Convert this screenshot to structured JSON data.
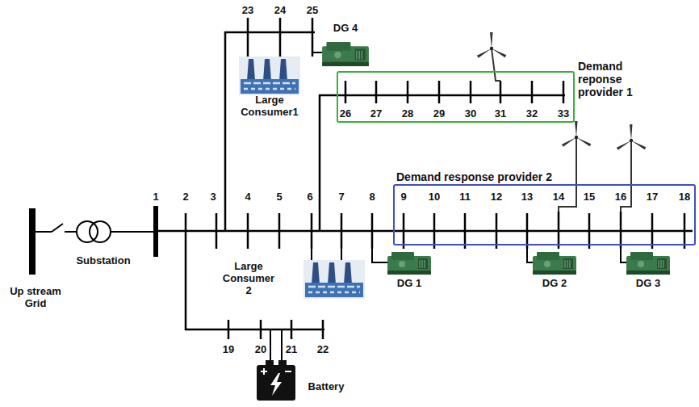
{
  "diagram": {
    "nodes": [
      {
        "text": [
          "Demand reponse provider 1"
        ]
      },
      {
        "text": [
          "Demand response provider 2"
        ]
      }
    ],
    "labels": [
      "23",
      "24",
      "25",
      "DG 4",
      "Large Consumer1",
      "26",
      "27",
      "28",
      "29",
      "30",
      "31",
      "32",
      "33",
      "1",
      "2",
      "3",
      "4",
      "5",
      "6",
      "7",
      "8",
      "9",
      "10",
      "11",
      "12",
      "13",
      "14",
      "15",
      "16",
      "17",
      "18",
      "Up stream Grid",
      "Substation",
      "Large Consumer 2",
      "DG 1",
      "DG 2",
      "DG 3",
      "19",
      "20",
      "21",
      "22",
      "Battery"
    ]
  }
}
